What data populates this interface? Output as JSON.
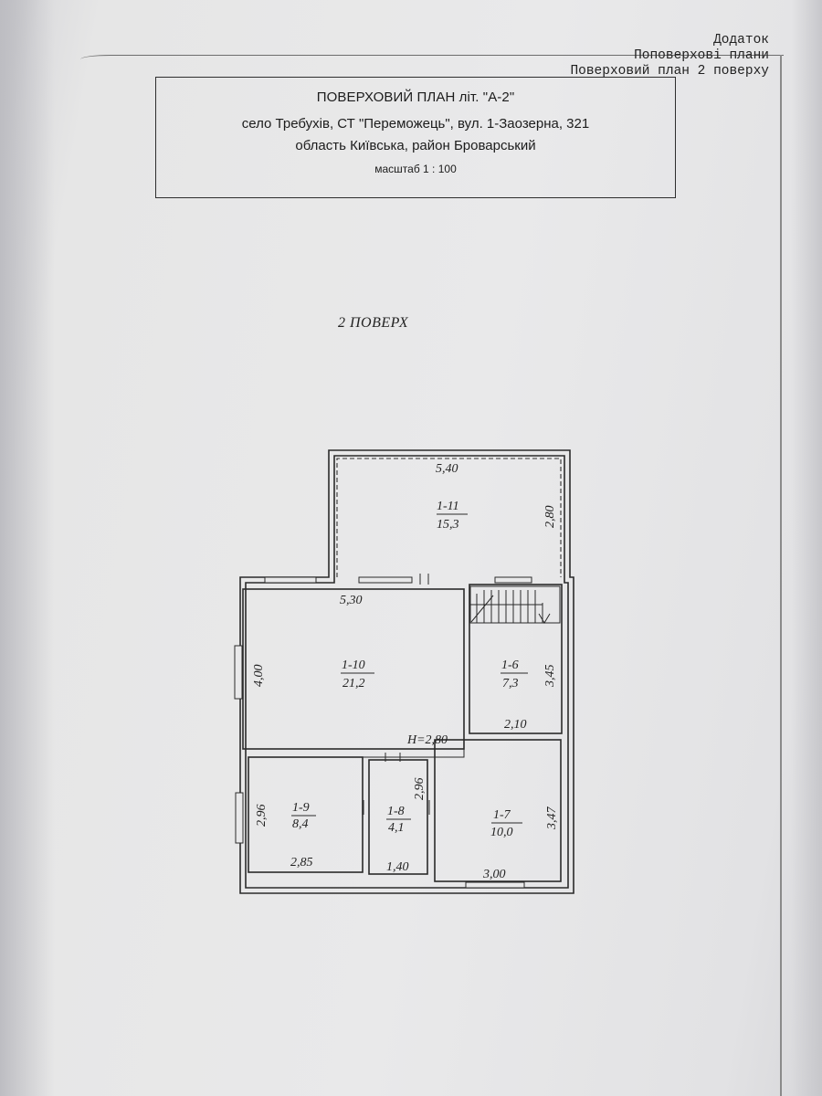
{
  "header": {
    "line1": "Додаток",
    "line2": "Поповерхові плани",
    "line3": "Поверховий план 2 поверху"
  },
  "title_box": {
    "title": "ПОВЕРХОВИЙ ПЛАН літ. \"А-2\"",
    "address": "село Требухів, СТ \"Переможець\", вул. 1-Заозерна, 321",
    "region": "область Київська, район Броварський",
    "scale": "масштаб 1 : 100"
  },
  "floor_label": "2 ПОВЕРХ",
  "height_label": "H=2,80",
  "rooms": [
    {
      "id": "1-11",
      "area": "15,3",
      "dims": [
        "5,40",
        "2,80"
      ]
    },
    {
      "id": "1-10",
      "area": "21,2",
      "dims": [
        "5,30",
        "4,00"
      ]
    },
    {
      "id": "1-6",
      "area": "7,3",
      "dims": [
        "2,10",
        "3,45"
      ]
    },
    {
      "id": "1-9",
      "area": "8,4",
      "dims": [
        "2,85",
        "2,96"
      ]
    },
    {
      "id": "1-8",
      "area": "4,1",
      "dims": [
        "1,40",
        "2,96"
      ]
    },
    {
      "id": "1-7",
      "area": "10,0",
      "dims": [
        "3,00",
        "3,47"
      ]
    }
  ]
}
